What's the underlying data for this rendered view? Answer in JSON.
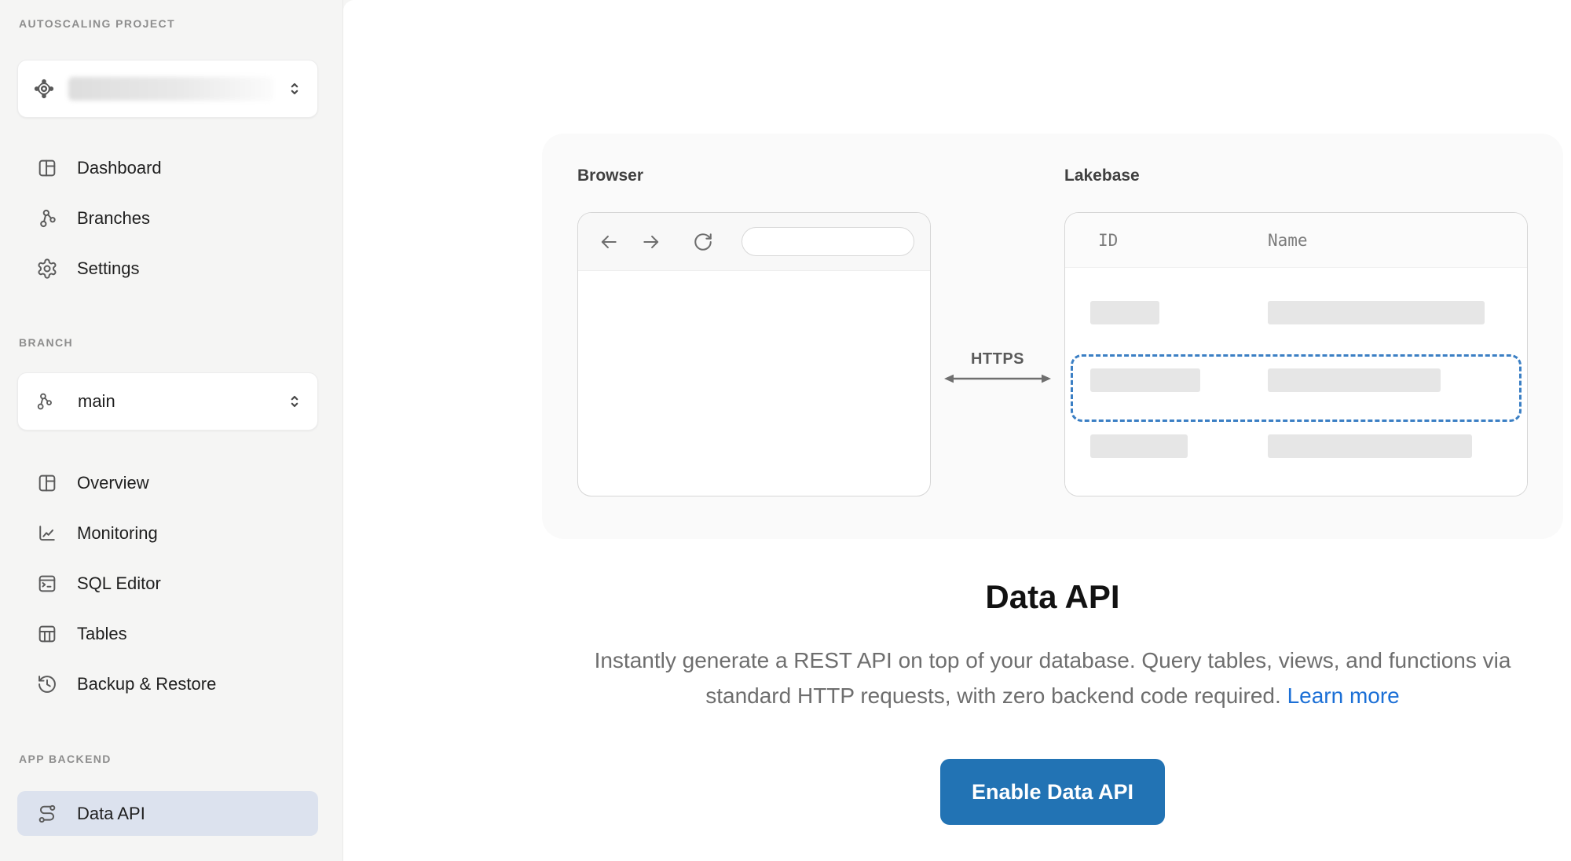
{
  "sidebar": {
    "section_project_label": "AUTOSCALING PROJECT",
    "project_nav": [
      {
        "label": "Dashboard",
        "icon": "dashboard-icon"
      },
      {
        "label": "Branches",
        "icon": "branches-icon"
      },
      {
        "label": "Settings",
        "icon": "gear-icon"
      }
    ],
    "section_branch_label": "BRANCH",
    "branch_selector_value": "main",
    "branch_nav": [
      {
        "label": "Overview",
        "icon": "overview-icon"
      },
      {
        "label": "Monitoring",
        "icon": "line-chart-icon"
      },
      {
        "label": "SQL Editor",
        "icon": "terminal-window-icon"
      },
      {
        "label": "Tables",
        "icon": "table-icon"
      },
      {
        "label": "Backup & Restore",
        "icon": "history-icon"
      }
    ],
    "section_app_label": "APP BACKEND",
    "app_nav": [
      {
        "label": "Data API",
        "icon": "route-icon",
        "selected": true
      }
    ]
  },
  "main": {
    "diagram": {
      "browser_label": "Browser",
      "lakebase_label": "Lakebase",
      "protocol_label": "HTTPS",
      "table_columns": [
        "ID",
        "Name"
      ]
    },
    "title": "Data API",
    "description_line1": "Instantly generate a REST API on top of your database. Query tables, views, and functions via",
    "description_line2": "standard HTTP requests, with zero backend code required.",
    "learn_more_label": "Learn more",
    "button_label": "Enable Data API"
  },
  "colors": {
    "accent_button_blue": "#2273b4",
    "link_blue": "#1b6fd6",
    "dashed_highlight_blue": "#3b7fc4",
    "selected_item_bg": "#dce2ee",
    "sidebar_bg": "#f5f5f4",
    "card_bg": "#fafafa"
  }
}
